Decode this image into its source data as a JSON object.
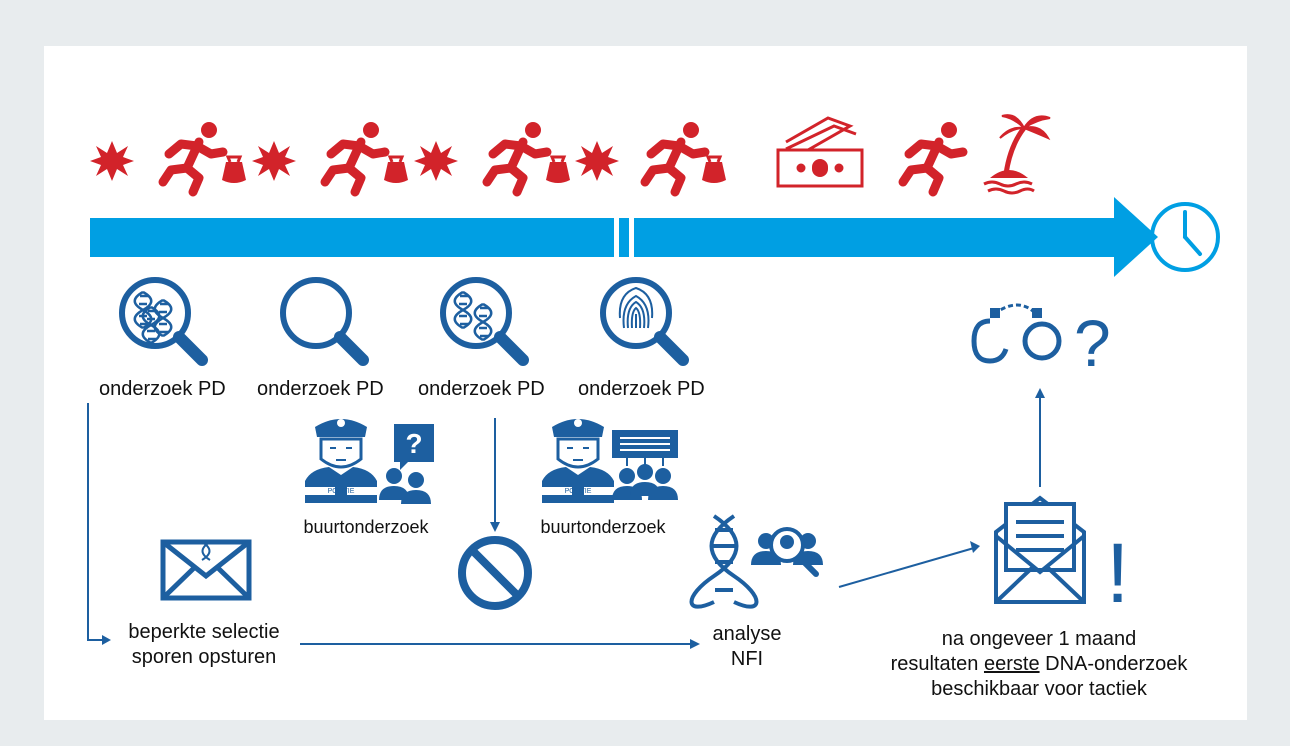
{
  "colors": {
    "red": "#d2232a",
    "blue": "#009fe3",
    "navy": "#1d5fa0",
    "background": "#e8ecee",
    "card": "#ffffff"
  },
  "icons": {
    "crime_row": [
      "explosion-icon",
      "runner-with-money-icon",
      "explosion-icon",
      "runner-with-money-icon",
      "explosion-icon",
      "runner-with-money-icon",
      "explosion-icon",
      "runner-with-money-icon",
      "cash-icon",
      "runner-icon",
      "island-icon"
    ],
    "end_of_timeline": "clock-icon",
    "investigation": [
      "magnifier-dna-icon",
      "magnifier-icon",
      "magnifier-dna-icon",
      "magnifier-fingerprint-icon"
    ],
    "outcome": [
      "handcuffs-icon",
      "question-mark-icon"
    ]
  },
  "labels": {
    "onderzoek": [
      "onderzoek PD",
      "onderzoek PD",
      "onderzoek PD",
      "onderzoek PD"
    ],
    "buurtonderzoek_1": "buurtonderzoek",
    "buurtonderzoek_2": "buurtonderzoek",
    "police_badge": "POLITIE",
    "selectie_line1": "beperkte selectie",
    "selectie_line2": "sporen opsturen",
    "analyse_line1": "analyse",
    "analyse_line2": "NFI",
    "result_line1": "na ongeveer 1 maand",
    "result_line2_before": "resultaten ",
    "result_line2_underlined": "eerste",
    "result_line2_after": " DNA-onderzoek",
    "result_line3": "beschikbaar voor tactiek",
    "question_mark": "?",
    "exclamation": "!"
  }
}
